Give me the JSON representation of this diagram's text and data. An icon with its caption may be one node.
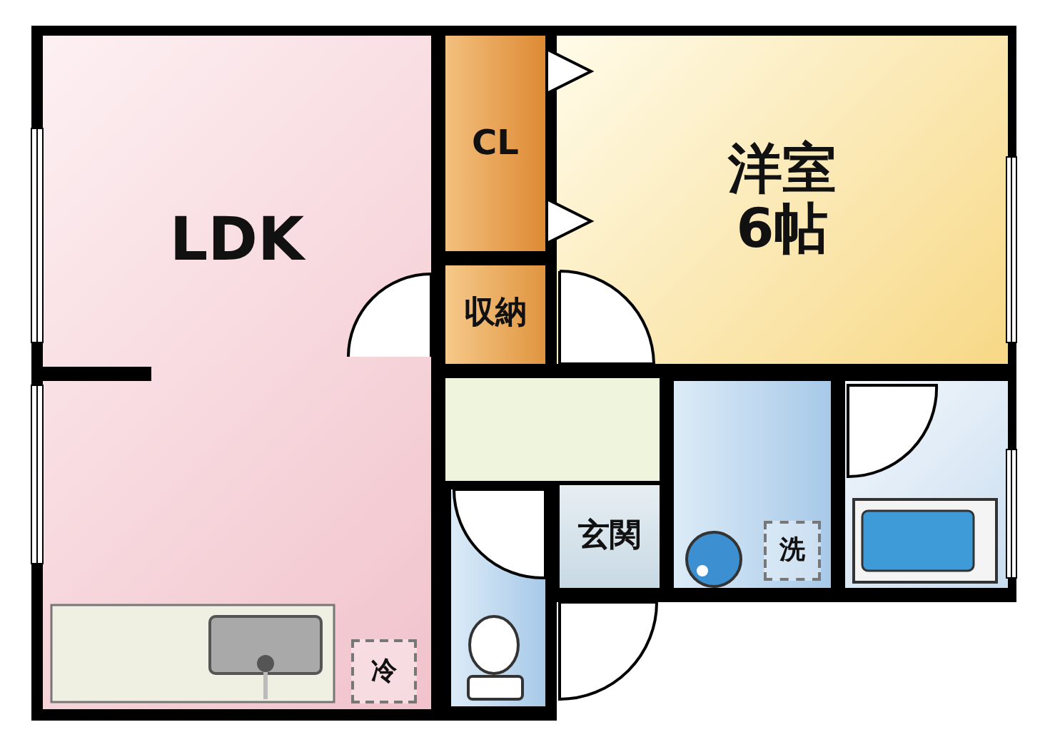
{
  "diagram": {
    "nodes": [
      {
        "text": [
          "LDK"
        ]
      },
      {
        "text": [
          "CL"
        ]
      },
      {
        "text": [
          "洋室",
          "6帖"
        ]
      },
      {
        "text": [
          "収納"
        ]
      },
      {
        "text": [],
        "shape": "box"
      },
      {
        "text": [
          "玄関"
        ]
      },
      {
        "text": [],
        "shape": "box"
      },
      {
        "text": [],
        "shape": "box"
      },
      {
        "text": [],
        "shape": "box"
      },
      {
        "text": [
          "冷"
        ],
        "in": 0
      },
      {
        "text": [
          "洗"
        ],
        "in": 7
      }
    ],
    "edges": []
  }
}
